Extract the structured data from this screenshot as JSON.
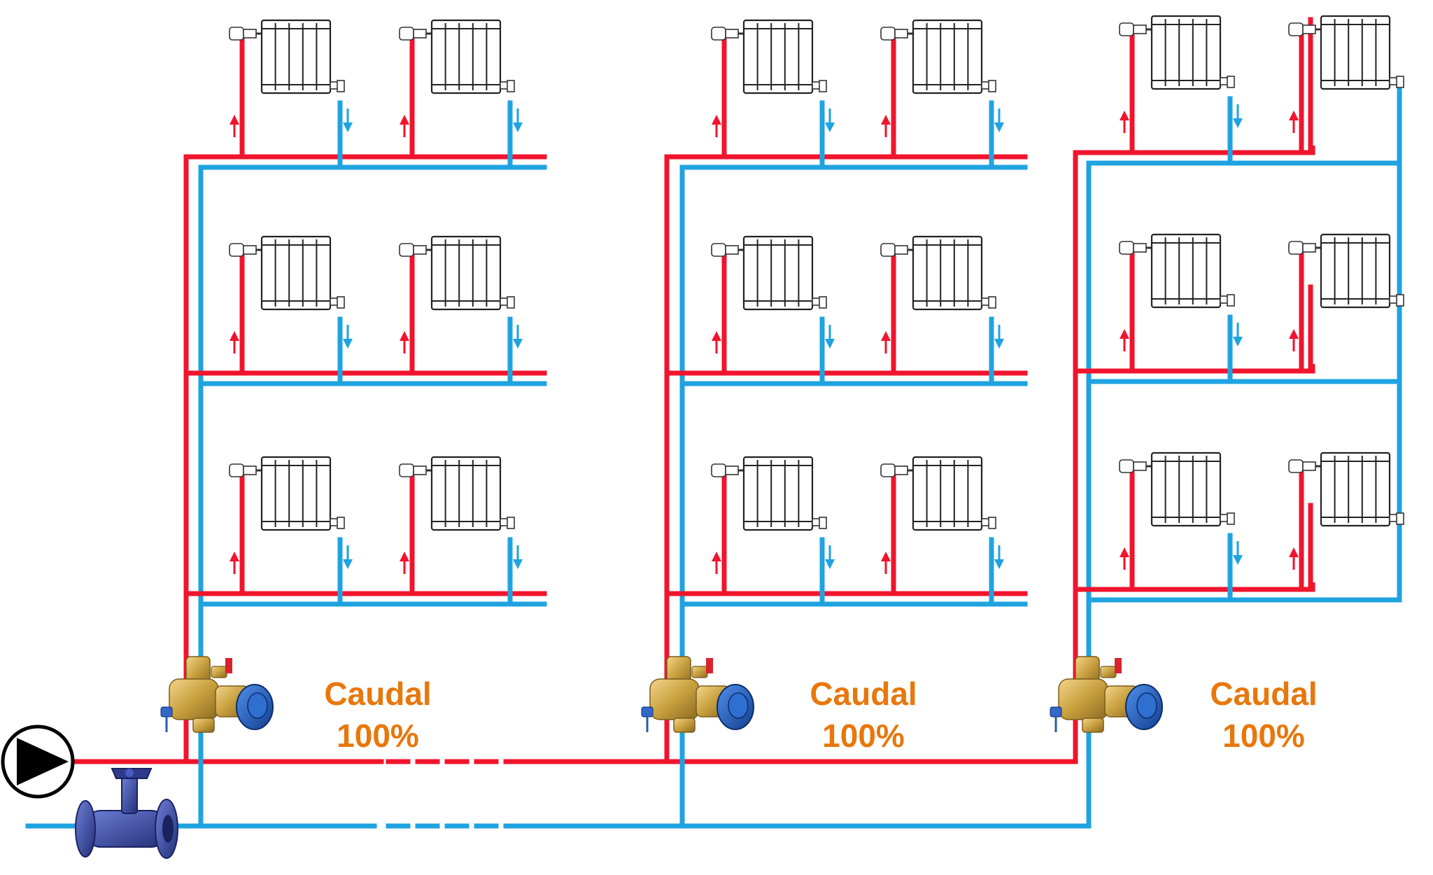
{
  "colors": {
    "supply": "#f0142d",
    "return": "#1fa3e0",
    "label": "#e8770c",
    "radiator_outline": "#222222",
    "brass": "#c9a03f",
    "valve_cap": "#1f5fbf",
    "balancing_valve": "#3b4aa8"
  },
  "zones": [
    {
      "id": "zone-1",
      "label_line1": "Caudal",
      "label_line2": "100%",
      "floors": 3
    },
    {
      "id": "zone-2",
      "label_line1": "Caudal",
      "label_line2": "100%",
      "floors": 3
    },
    {
      "id": "zone-3",
      "label_line1": "Caudal",
      "label_line2": "100%",
      "floors": 3
    }
  ],
  "icons": {
    "pump": "pump-icon",
    "main_valve": "balancing-valve-icon",
    "zone_valve": "differential-pressure-valve-icon",
    "radiator": "radiator-icon",
    "flow_up": "arrow-up-icon",
    "flow_down": "arrow-down-icon"
  }
}
